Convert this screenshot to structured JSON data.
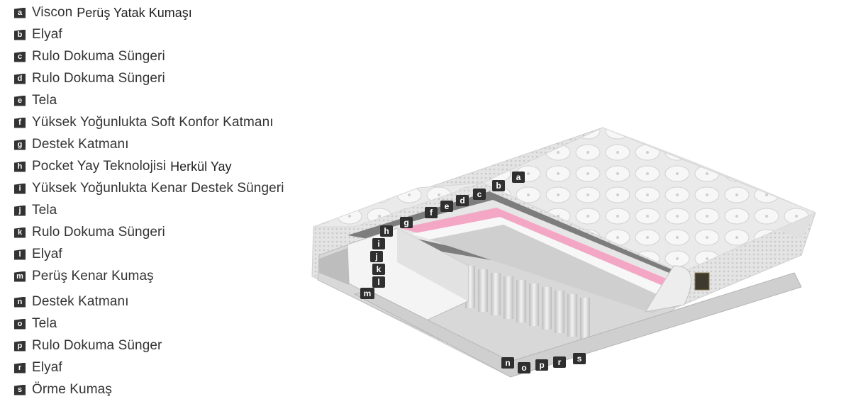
{
  "legend": [
    {
      "letter": "a",
      "label": "Viscon",
      "extra": "Perüş Yatak Kumaşı"
    },
    {
      "letter": "b",
      "label": "Elyaf"
    },
    {
      "letter": "c",
      "label": "Rulo Dokuma Süngeri"
    },
    {
      "letter": "d",
      "label": "Rulo Dokuma Süngeri"
    },
    {
      "letter": "e",
      "label": "Tela"
    },
    {
      "letter": "f",
      "label": "Yüksek Yoğunlukta Soft Konfor Katmanı"
    },
    {
      "letter": "g",
      "label": "Destek Katmanı"
    },
    {
      "letter": "h",
      "label": "Pocket Yay Teknolojisi",
      "extra": "Herkül Yay"
    },
    {
      "letter": "i",
      "label": "Yüksek Yoğunlukta Kenar Destek Süngeri"
    },
    {
      "letter": "j",
      "label": "Tela"
    },
    {
      "letter": "k",
      "label": "Rulo Dokuma Süngeri"
    },
    {
      "letter": "l",
      "label": "Elyaf"
    },
    {
      "letter": "m",
      "label": "Perüş Kenar Kumaş"
    },
    {
      "letter": "n",
      "label": "Destek Katmanı"
    },
    {
      "letter": "o",
      "label": "Tela"
    },
    {
      "letter": "p",
      "label": "Rulo Dokuma Sünger"
    },
    {
      "letter": "r",
      "label": "Elyaf"
    },
    {
      "letter": "s",
      "label": "Örme Kumaş"
    }
  ],
  "tags": {
    "a": "a",
    "b": "b",
    "c": "c",
    "d": "d",
    "e": "e",
    "f": "f",
    "g": "g",
    "h": "h",
    "i": "i",
    "j": "j",
    "k": "k",
    "l": "l",
    "m": "m",
    "n": "n",
    "o": "o",
    "p": "p",
    "r": "r",
    "s": "s"
  },
  "colors": {
    "badge": "#333333",
    "text": "#333333",
    "pink_layer": "#f0a6c4",
    "gray_layer": "#8c8c8c",
    "quilt": "#e9e9e9"
  }
}
